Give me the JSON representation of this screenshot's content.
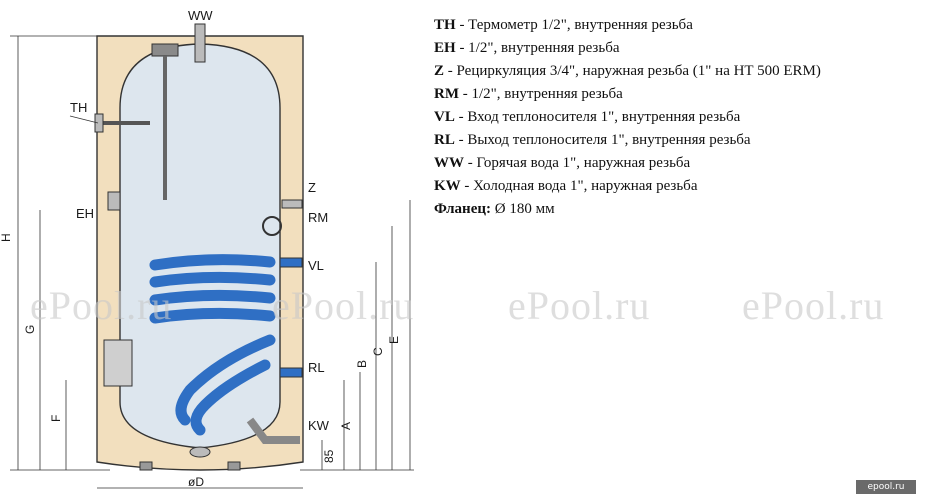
{
  "diagram": {
    "labels": {
      "ww": "WW",
      "th": "TH",
      "eh": "EH",
      "z": "Z",
      "rm": "RM",
      "vl": "VL",
      "rl": "RL",
      "kw": "KW"
    },
    "dimensions": {
      "h": "H",
      "g": "G",
      "f": "F",
      "a": "A",
      "b": "B",
      "c": "C",
      "e": "E",
      "bottom": "85",
      "diameter": "øD"
    }
  },
  "legend": [
    {
      "code": "TH",
      "text": " - Термометр 1/2\", внутренняя резьба"
    },
    {
      "code": "EH",
      "text": " - 1/2\", внутренняя резьба"
    },
    {
      "code": "Z",
      "text": " - Рециркуляция 3/4\", наружная резьба (1\" на HT 500 ERM)"
    },
    {
      "code": "RM",
      "text": " - 1/2\", внутренняя резьба"
    },
    {
      "code": "VL",
      "text": " - Вход теплоносителя 1\", внутренняя резьба"
    },
    {
      "code": "RL",
      "text": " - Выход теплоносителя 1\", внутренняя резьба"
    },
    {
      "code": "WW",
      "text": " - Горячая вода 1\", наружная резьба"
    },
    {
      "code": "KW",
      "text": " - Холодная вода 1\", наружная резьба"
    },
    {
      "code": "Фланец:",
      "text": " Ø 180 мм"
    }
  ],
  "watermark": "ePool.ru",
  "logo": "epool.ru",
  "colors": {
    "insulation": "#f2dfbe",
    "tank": "#dde6ee",
    "coil": "#2f6fc4",
    "outline": "#333333"
  }
}
